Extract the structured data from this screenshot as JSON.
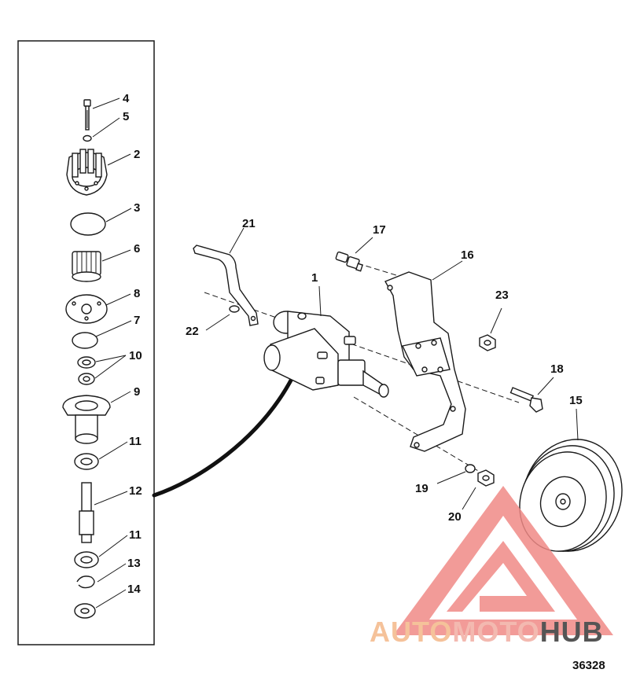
{
  "callouts": {
    "c1": "1",
    "c2": "2",
    "c3": "3",
    "c4": "4",
    "c5": "5",
    "c6": "6",
    "c7": "7",
    "c8": "8",
    "c9": "9",
    "c10": "10",
    "c11a": "11",
    "c11b": "11",
    "c12": "12",
    "c13": "13",
    "c14": "14",
    "c15": "15",
    "c16": "16",
    "c17": "17",
    "c18": "18",
    "c19": "19",
    "c20": "20",
    "c21": "21",
    "c22": "22",
    "c23": "23"
  },
  "watermark": {
    "part1": "AUTO",
    "part2": "MOTO",
    "part3": "HUB"
  },
  "figure_number": "36328",
  "colors": {
    "line": "#1a1a1a",
    "watermark_triangle": "#f08a86",
    "watermark_auto": "#f5c29a",
    "watermark_moto": "#f3b9b0",
    "watermark_hub": "#555555"
  }
}
